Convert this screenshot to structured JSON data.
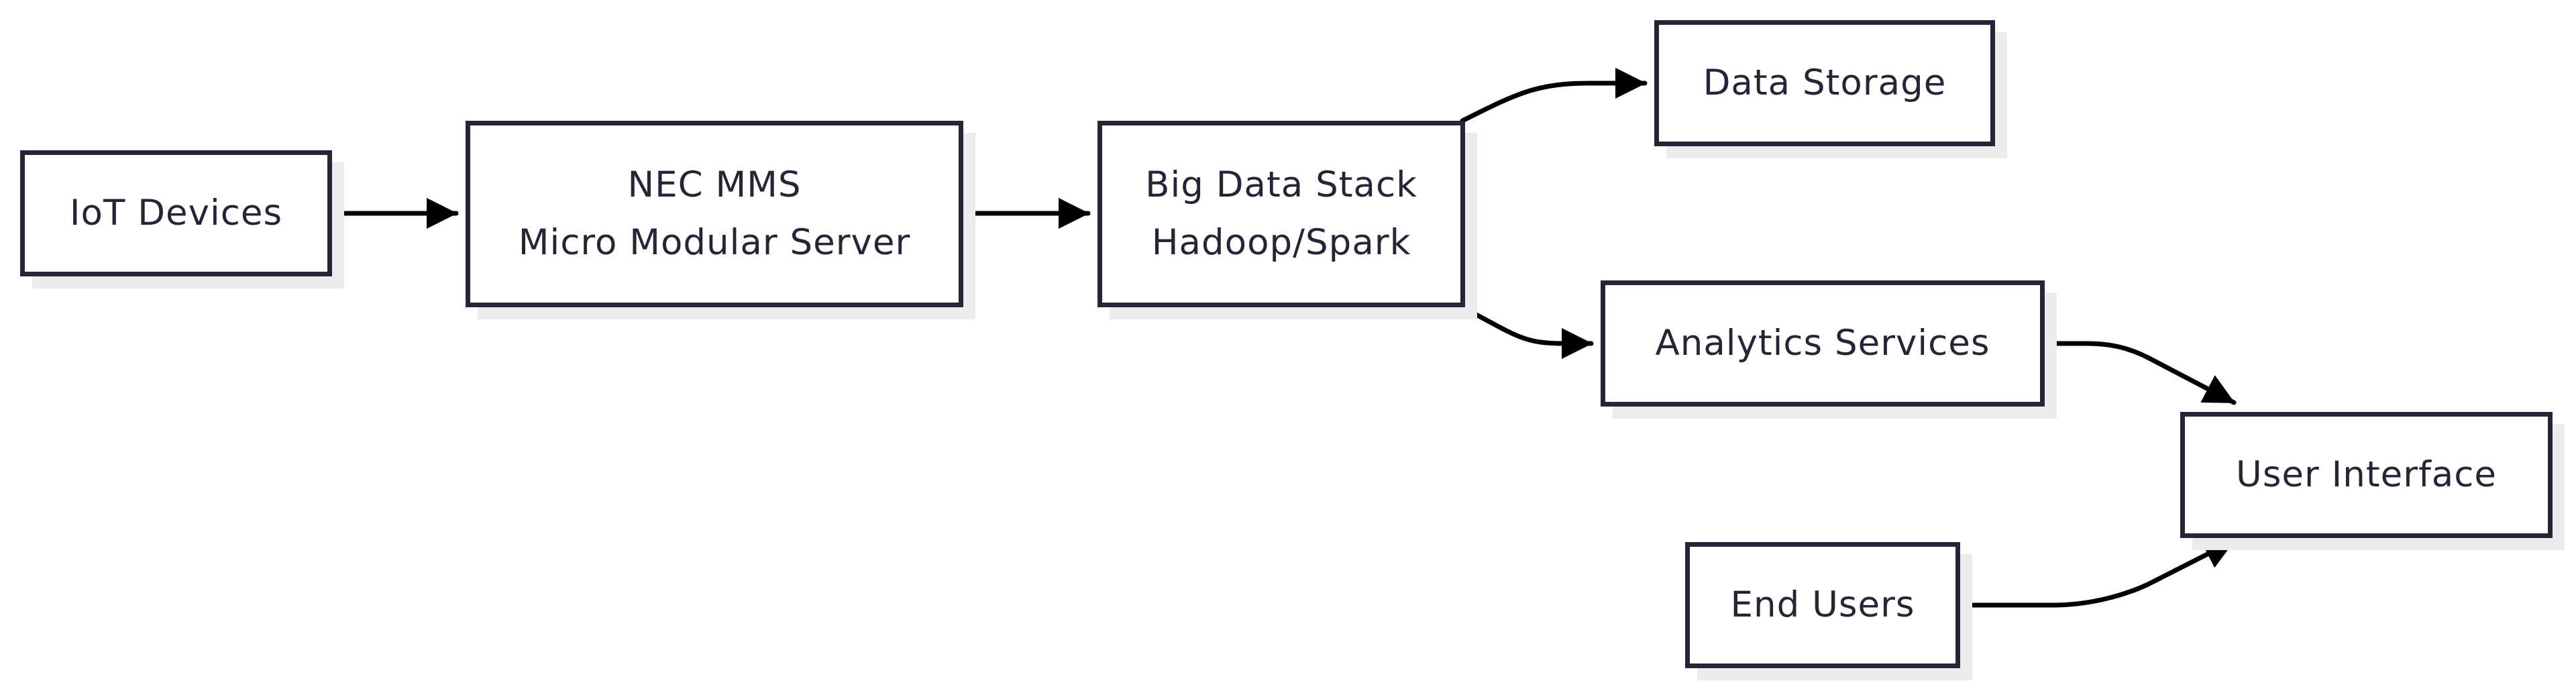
{
  "nodes": {
    "iot": {
      "label": "IoT Devices"
    },
    "mms": {
      "line1": "NEC MMS",
      "line2": "Micro Modular Server"
    },
    "bigdata": {
      "line1": "Big Data Stack",
      "line2": "Hadoop/Spark"
    },
    "storage": {
      "label": "Data Storage"
    },
    "analytics": {
      "label": "Analytics Services"
    },
    "ui": {
      "label": "User Interface"
    },
    "endusers": {
      "label": "End Users"
    }
  },
  "edges": [
    {
      "from": "IoT Devices",
      "to": "NEC MMS Micro Modular Server"
    },
    {
      "from": "NEC MMS Micro Modular Server",
      "to": "Big Data Stack Hadoop/Spark"
    },
    {
      "from": "Big Data Stack Hadoop/Spark",
      "to": "Data Storage"
    },
    {
      "from": "Big Data Stack Hadoop/Spark",
      "to": "Analytics Services"
    },
    {
      "from": "Analytics Services",
      "to": "User Interface"
    },
    {
      "from": "End Users",
      "to": "User Interface"
    }
  ],
  "colors": {
    "node_border": "#262538",
    "node_text": "#262538",
    "edge": "#000000",
    "shadow": "#ececec"
  }
}
